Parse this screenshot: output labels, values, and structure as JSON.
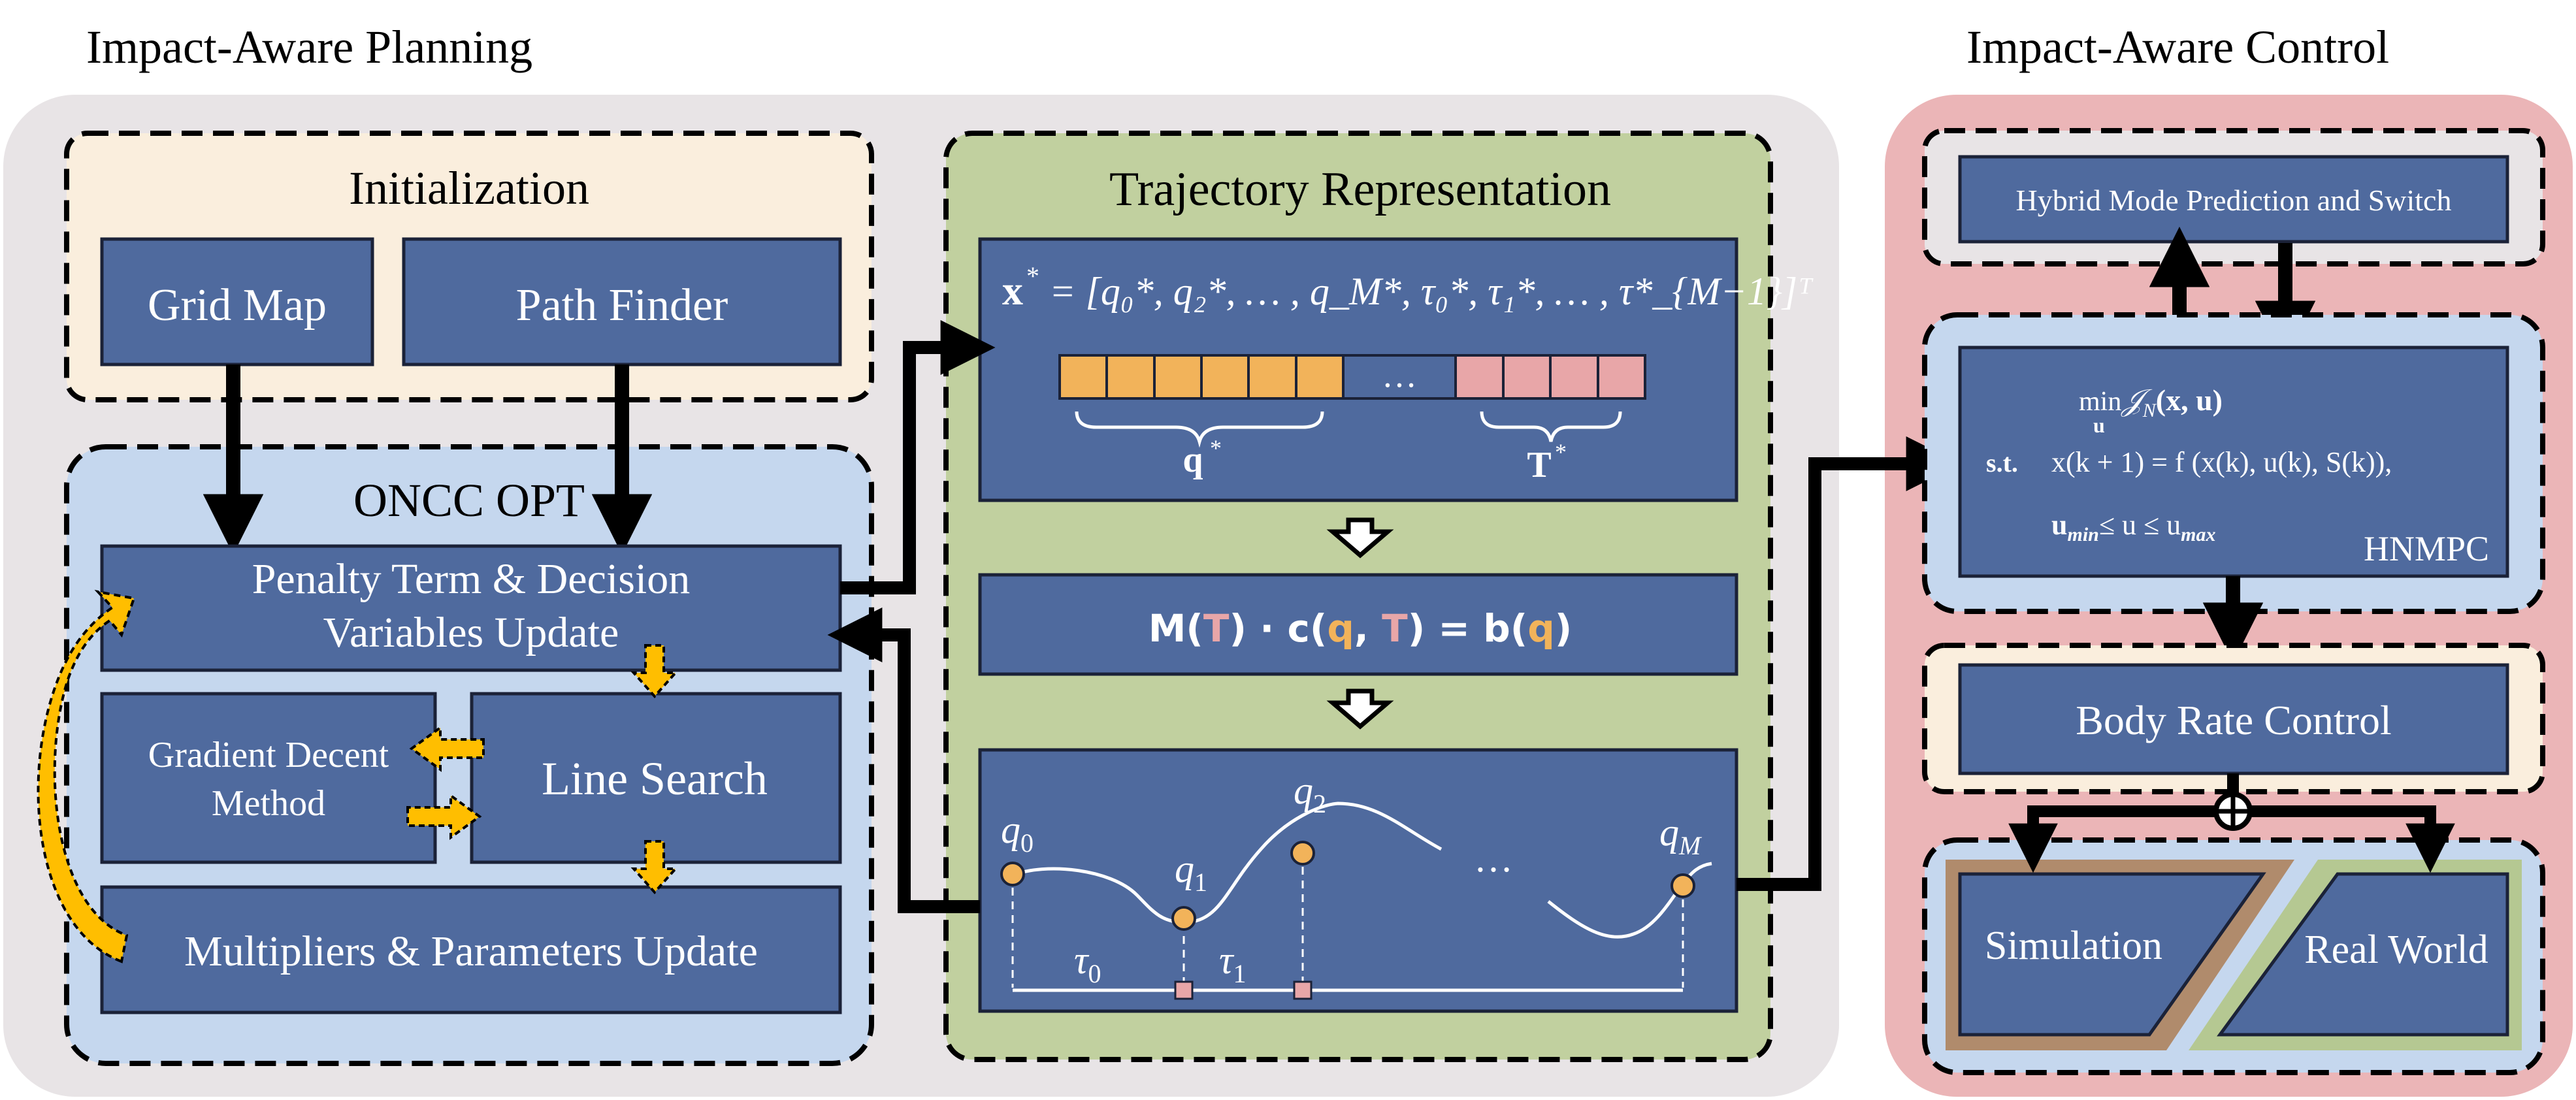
{
  "headings": {
    "planning": "Impact-Aware Planning",
    "control": "Impact-Aware Control"
  },
  "initialization": {
    "title": "Initialization",
    "grid_map": "Grid Map",
    "path_finder": "Path Finder"
  },
  "oncc": {
    "title": "ONCC OPT",
    "penalty_line1": "Penalty Term & Decision",
    "penalty_line2": "Variables Update",
    "gradient_line1": "Gradient Decent",
    "gradient_line2": "Method",
    "line_search": "Line Search",
    "multipliers": "Multipliers & Parameters Update"
  },
  "trajectory": {
    "title": "Trajectory Representation",
    "x_star_lhs": "x",
    "x_star_rhs": "= [q₀*, q₂*, … , q_M*, τ₀*, τ₁*, … , τ*_{M−1}]ᵀ",
    "q_star": "q",
    "t_star": "T",
    "ellipsis": "…",
    "equation": {
      "M": "M",
      "T1": "T",
      "dot": "·",
      "c": "c",
      "q1": "q",
      "T2": "T",
      "eq": "=",
      "b": "b",
      "q2": "q"
    },
    "points": [
      "q",
      "q",
      "q",
      "q"
    ],
    "point_subs": [
      "0",
      "1",
      "2",
      "M"
    ],
    "dots": "…",
    "taus": [
      "τ",
      "τ"
    ],
    "tau_subs": [
      "0",
      "1"
    ]
  },
  "control": {
    "hybrid_mode": "Hybrid Mode Prediction and Switch",
    "hnmpc_min": "min",
    "hnmpc_min_sub": "u",
    "hnmpc_obj": "𝒥",
    "hnmpc_obj_rest": "(x, u)",
    "st": "s.t.",
    "dyn": "x(k + 1) = f (x(k), u(k), S(k)),",
    "bound": "u_min ≤ u ≤ u_max",
    "bound_a": "u",
    "bound_a_sub": "min",
    "bound_b": "≤ u ≤ u",
    "bound_b_sub": "max",
    "hnmpc_label": "HNMPC",
    "body_rate": "Body Rate Control",
    "simulation": "Simulation",
    "real_world": "Real World"
  },
  "colors": {
    "box_fill": "#4f6a9e",
    "box_stroke": "#1b2238",
    "planning_bg": "#e8e4e6",
    "control_bg": "#ebb5b7",
    "init_bg": "#faeedd",
    "oncc_bg": "#c5d7ee",
    "traj_bg": "#c1d09f",
    "orange": "#f2b35a",
    "pink": "#e8a6a8",
    "yellow_arrow": "#ffbe00",
    "sim_border": "#b08b6c",
    "real_border": "#b5c892"
  }
}
